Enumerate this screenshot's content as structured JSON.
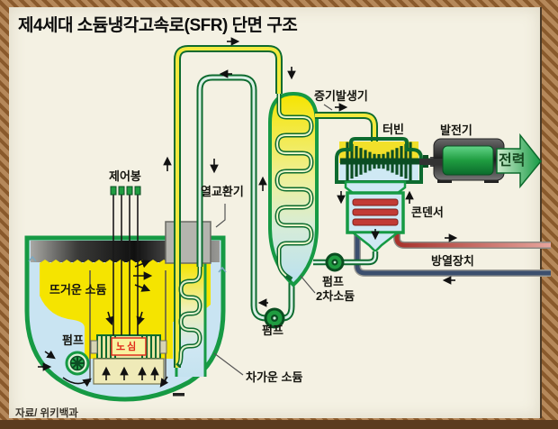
{
  "title": "제4세대 소듐냉각고속로(SFR) 단면 구조",
  "source": "자료/ 위키백과",
  "labels": {
    "control_rods": "제어봉",
    "heat_exchanger": "열교환기",
    "steam_generator": "증기발생기",
    "turbine": "터빈",
    "generator": "발전기",
    "power": "전력",
    "condenser": "콘덴서",
    "radiator": "방열장치",
    "pump_primary": "펌프",
    "pump_secondary": "펌프",
    "pump_feedwater": "펌프",
    "secondary_sodium": "2차소듐",
    "hot_sodium": "뜨거운 소듐",
    "cold_sodium": "차가운 소듐",
    "core": "노심"
  },
  "colors": {
    "frame_brown": "#b5885a",
    "frame_dark": "#5c3c1e",
    "paper": "#f4f1e3",
    "pipe_green": "#0d6b2f",
    "vessel_green": "#169a44",
    "hot_sodium_yellow": "#f5e400",
    "cold_sodium_blue": "#c9e4f2",
    "condenser_red": "#c23b35",
    "return_navy": "#3c4f6e",
    "core_text_red": "#e02818",
    "power_arrow_green": "#1f9e4a"
  }
}
